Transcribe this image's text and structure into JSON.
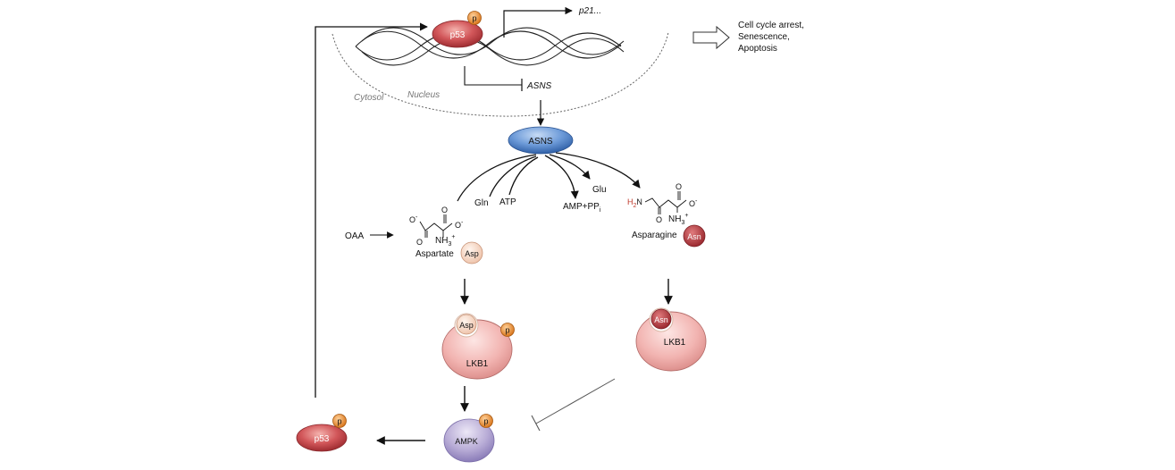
{
  "compartments": {
    "cytosol": "Cytosol",
    "nucleus": "Nucleus"
  },
  "nucleus_top": {
    "p53": "p53",
    "phospho": "p",
    "target_gene": "p21...",
    "asns_gene": "ASNS",
    "outcome": [
      "Cell cycle arrest,",
      "Senescence,",
      "Apoptosis"
    ]
  },
  "enzyme": {
    "label": "ASNS"
  },
  "reaction": {
    "gln": "Gln",
    "atp": "ATP",
    "amp": "AMP+PP",
    "amp_sub": "i",
    "glu": "Glu"
  },
  "aspartate": {
    "precursor": "OAA",
    "name": "Aspartate",
    "badge": "Asp",
    "o_minus_left": "O",
    "o_minus_right": "O",
    "o_left": "O",
    "o_right": "O",
    "nh": "NH",
    "nh_sub": "3",
    "charge_minus": "-",
    "charge_plus": "+"
  },
  "asparagine": {
    "name": "Asparagine",
    "badge": "Asn",
    "h2n_h": "H",
    "h2n_sub": "2",
    "h2n_n": "N",
    "o_bottom": "O",
    "o_right": "O",
    "nh": "NH",
    "nh_sub": "3",
    "charge_minus": "-",
    "charge_plus": "+"
  },
  "lkb1_left": {
    "label": "LKB1",
    "ligand": "Asp",
    "phospho": "p"
  },
  "lkb1_right": {
    "label": "LKB1",
    "ligand": "Asn"
  },
  "ampk": {
    "label": "AMPK",
    "phospho": "p"
  },
  "p53_bottom": {
    "label": "p53",
    "phospho": "p"
  },
  "colors": {
    "p53_dark": "#b83a3e",
    "phospho": "#e88a2a",
    "asns_blue": "#4a7fc8",
    "lkb1_pink": "#f2b6b3",
    "asn_dark": "#b03a3e",
    "asp_light": "#f6d9c8",
    "ampk_purple": "#b3a6d3"
  }
}
